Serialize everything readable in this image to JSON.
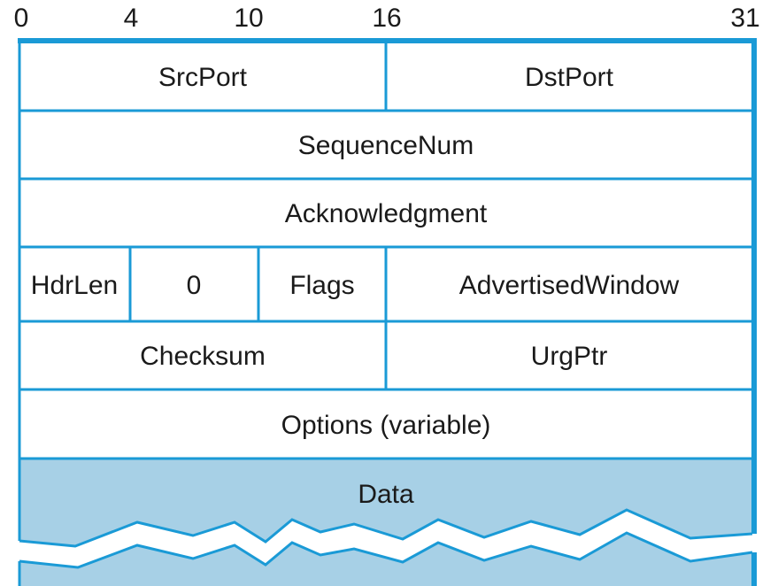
{
  "bit_positions": [
    "0",
    "4",
    "10",
    "16",
    "31"
  ],
  "fields": {
    "src_port": "SrcPort",
    "dst_port": "DstPort",
    "sequence_num": "SequenceNum",
    "acknowledgment": "Acknowledgment",
    "hdr_len": "HdrLen",
    "reserved": "0",
    "flags": "Flags",
    "advertised_window": "AdvertisedWindow",
    "checksum": "Checksum",
    "urg_ptr": "UrgPtr",
    "options": "Options (variable)",
    "data": "Data"
  },
  "colors": {
    "line": "#1a9ad6",
    "data_fill": "#a7d0e6",
    "text": "#1a1a1a",
    "background": "#ffffff"
  }
}
